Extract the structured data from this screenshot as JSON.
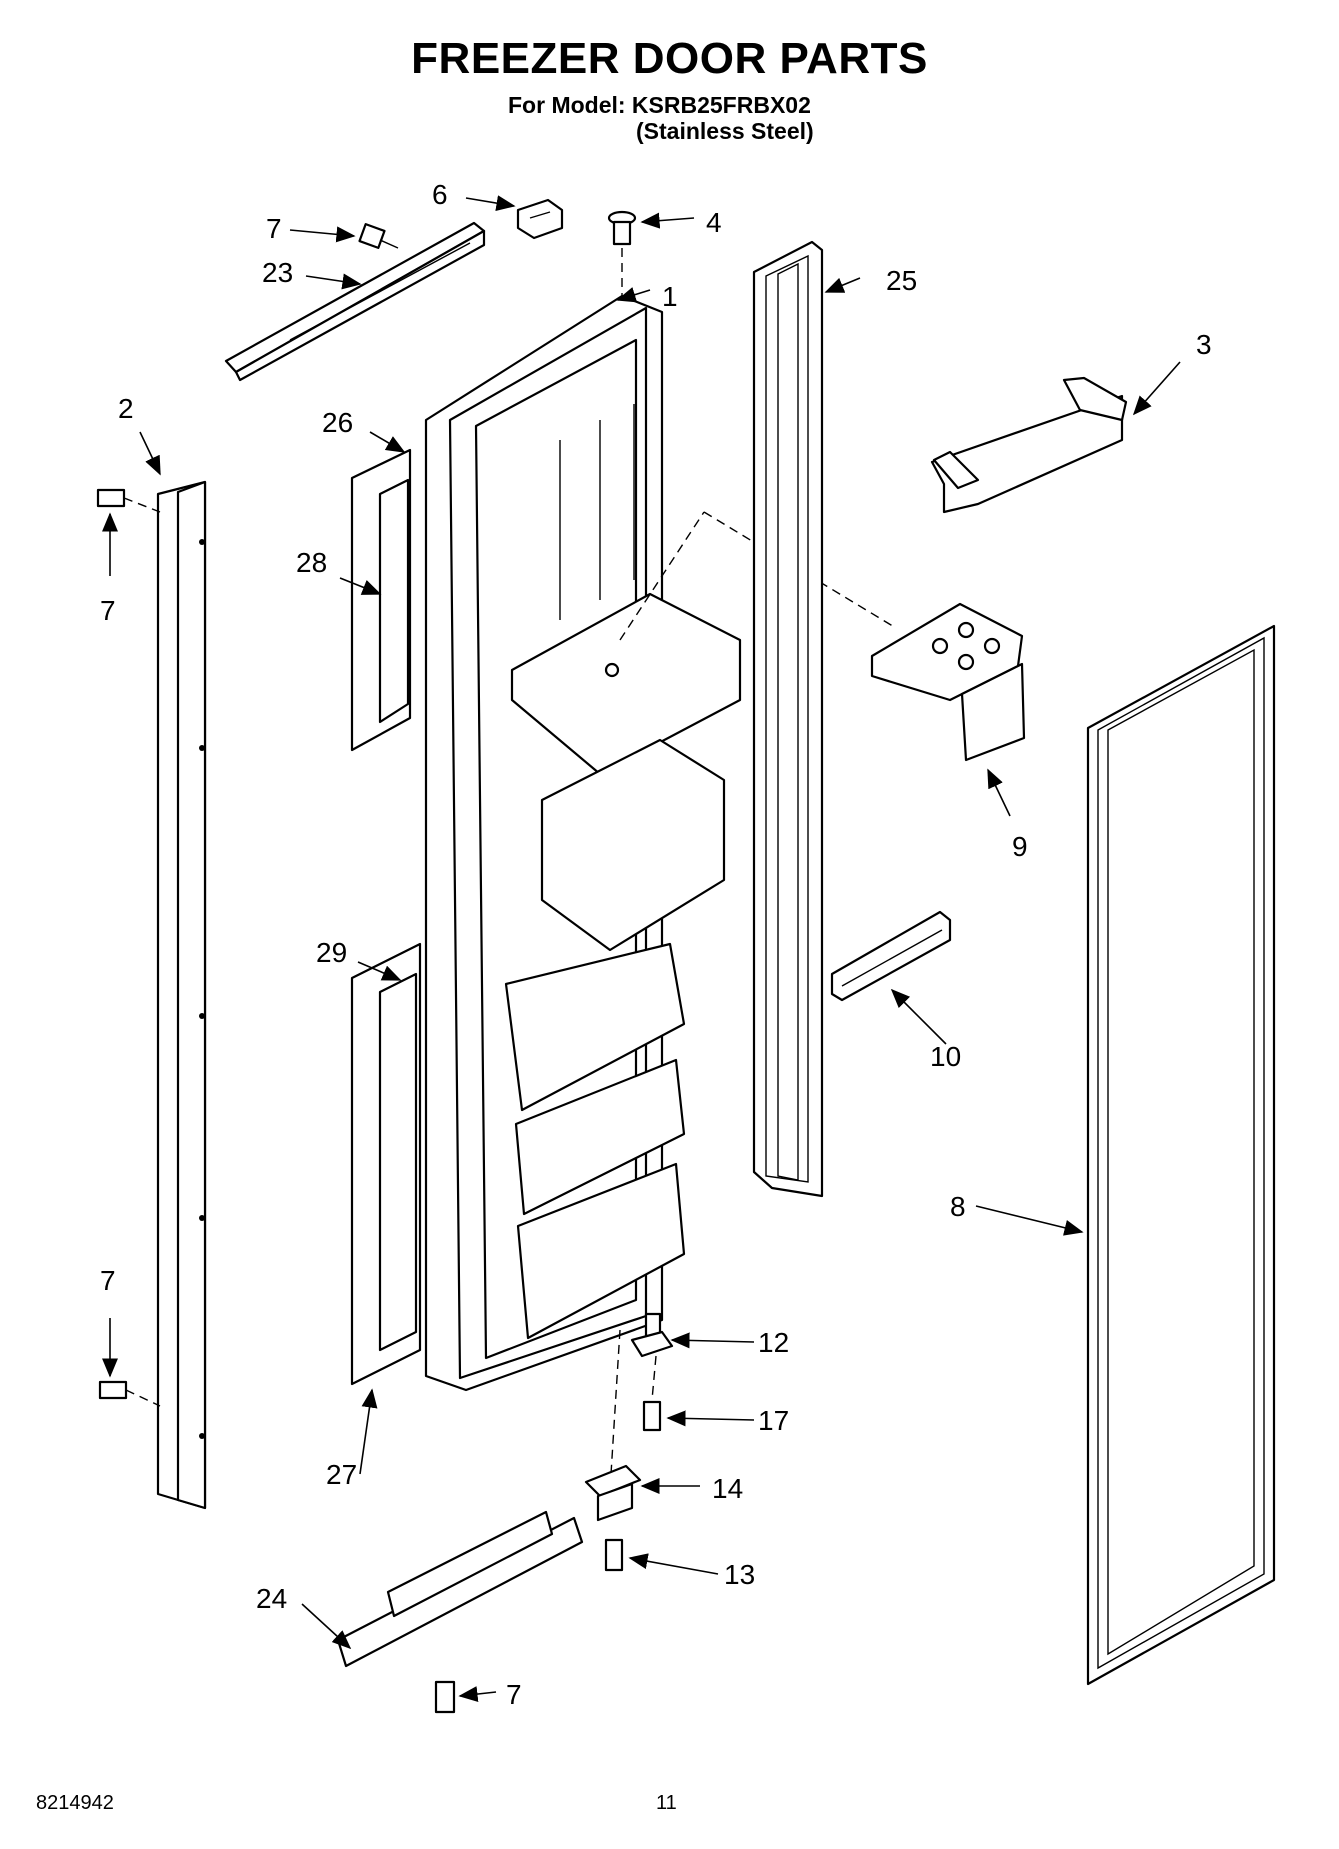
{
  "header": {
    "title": "FREEZER DOOR PARTS",
    "model_line": "For Model: KSRB25FRBX02",
    "finish_line": "(Stainless Steel)"
  },
  "callouts": [
    "1",
    "2",
    "3",
    "4",
    "6",
    "7",
    "8",
    "9",
    "10",
    "12",
    "13",
    "14",
    "17",
    "23",
    "24",
    "25",
    "26",
    "27",
    "28",
    "29"
  ],
  "footer": {
    "doc_number": "8214942",
    "page_number": "11"
  }
}
